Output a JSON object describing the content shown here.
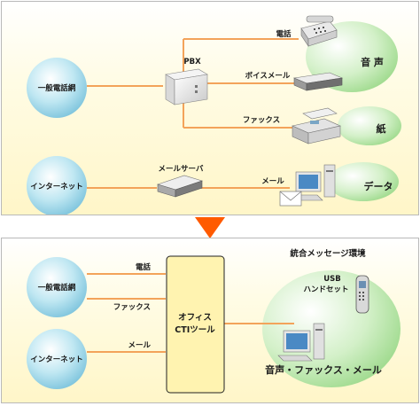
{
  "top": {
    "pstn_label": "一般電話網",
    "internet_label": "インターネット",
    "pbx_label": "PBX",
    "phone_label": "電話",
    "voicemail_label": "ボイスメール",
    "fax_label": "ファックス",
    "mailserver_label": "メールサーバ",
    "mail_label": "メール",
    "voice_label": "音 声",
    "paper_label": "紙",
    "data_label": "データ"
  },
  "bottom": {
    "pstn_label": "一般電話網",
    "internet_label": "インターネット",
    "phone_label": "電話",
    "fax_label": "ファックス",
    "mail_label": "メール",
    "office_line1": "オフィス",
    "office_line2": "CTIツール",
    "unified_title": "統合メッセージ環境",
    "usb_line1": "USB",
    "usb_line2": "ハンドセット",
    "combined_label": "音声・ファックス・メール"
  },
  "colors": {
    "line": "#f3a35a",
    "arrow": "#ff5a00",
    "cloud": "#bfe4ef",
    "green": "#cfeec4",
    "panel_border": "#b9b9b9"
  }
}
